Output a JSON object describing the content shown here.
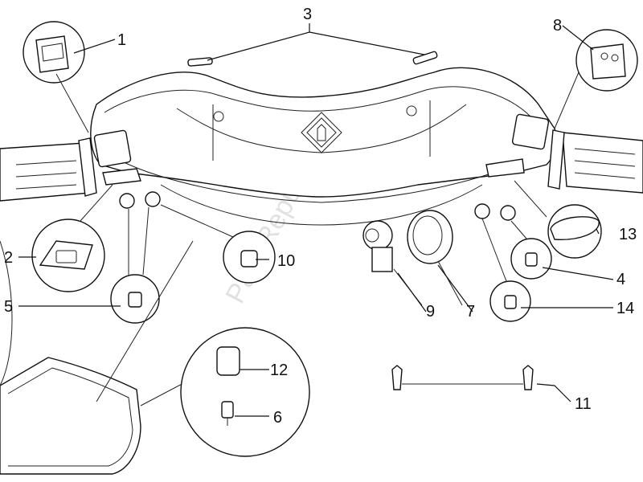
{
  "watermark": "PartsRepublik",
  "callouts": [
    {
      "id": "1",
      "text": "1"
    },
    {
      "id": "2",
      "text": "2"
    },
    {
      "id": "3",
      "text": "3"
    },
    {
      "id": "4",
      "text": "4"
    },
    {
      "id": "5",
      "text": "5"
    },
    {
      "id": "6",
      "text": "6"
    },
    {
      "id": "7",
      "text": "7"
    },
    {
      "id": "8",
      "text": "8"
    },
    {
      "id": "9",
      "text": "9"
    },
    {
      "id": "10",
      "text": "10"
    },
    {
      "id": "11",
      "text": "11"
    },
    {
      "id": "12",
      "text": "12"
    },
    {
      "id": "13",
      "text": "13"
    },
    {
      "id": "14",
      "text": "14"
    }
  ]
}
